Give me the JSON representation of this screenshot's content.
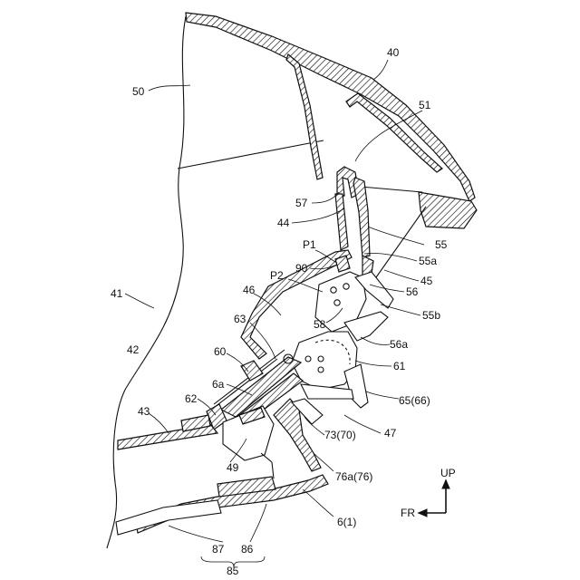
{
  "labels": {
    "l40": "40",
    "l50": "50",
    "l51": "51",
    "l57": "57",
    "l44": "44",
    "l55": "55",
    "l55a": "55a",
    "lP1": "P1",
    "l90": "90",
    "l45": "45",
    "lP2": "P2",
    "l56": "56",
    "l46": "46",
    "l41": "41",
    "l58": "58",
    "l55b": "55b",
    "l63": "63",
    "l56a": "56a",
    "l42": "42",
    "l60": "60",
    "l61": "61",
    "l6a": "6a",
    "l65": "65(66)",
    "l62": "62",
    "l43": "43",
    "l73": "73(70)",
    "l47": "47",
    "l49": "49",
    "l76a": "76a(76)",
    "lUP": "UP",
    "l6": "6(1)",
    "lFR": "FR",
    "l87": "87",
    "l86": "86",
    "l85": "85"
  }
}
